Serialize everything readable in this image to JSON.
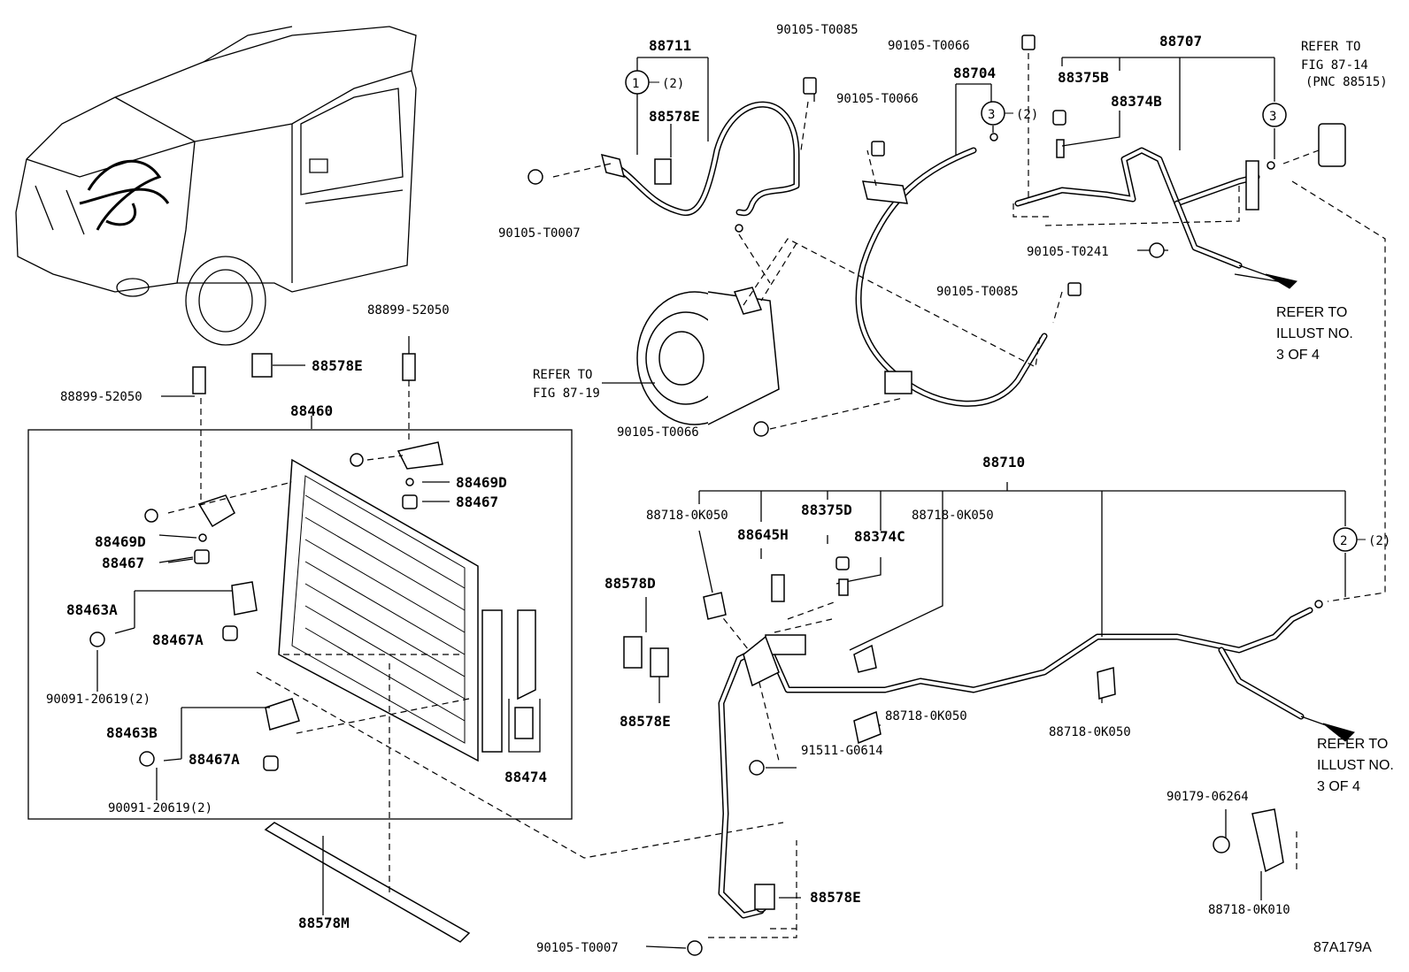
{
  "labels": {
    "p88711": "88711",
    "p90105_T0085_a": "90105-T0085",
    "p90105_T0066_top": "90105-T0066",
    "p88707": "88707",
    "refer_fig_87_14_l1": "REFER TO",
    "refer_fig_87_14_l2": "FIG 87-14",
    "refer_fig_87_14_l3": "(PNC 88515)",
    "p88704": "88704",
    "p90105_T0066_mid": "90105-T0066",
    "p88375B": "88375B",
    "p88374B": "88374B",
    "p88578E_top": "88578E",
    "p90105_T0007_top": "90105-T0007",
    "p90105_T0241": "90105-T0241",
    "p90105_T0085_b": "90105-T0085",
    "refer_illust_a_l1": "REFER TO",
    "refer_illust_a_l2": "ILLUST NO.",
    "refer_illust_a_l3": "3 OF 4",
    "refer_fig_87_19_l1": "REFER TO",
    "refer_fig_87_19_l2": "FIG 87-19",
    "p90105_T0066_low": "90105-T0066",
    "p88899_52050_right": "88899-52050",
    "p88578E_mid": "88578E",
    "p88899_52050_left": "88899-52050",
    "p88460": "88460",
    "p88469D_right": "88469D",
    "p88467_right": "88467",
    "p88469D_left": "88469D",
    "p88467_left": "88467",
    "p88463A": "88463A",
    "p88467A_top": "88467A",
    "p90091_20619_a": "90091-20619(2)",
    "p88463B": "88463B",
    "p88467A_bot": "88467A",
    "p90091_20619_b": "90091-20619(2)",
    "p88474": "88474",
    "p88578M": "88578M",
    "p88710": "88710",
    "p88718_0K050_a": "88718-0K050",
    "p88375D": "88375D",
    "p88718_0K050_b": "88718-0K050",
    "p88645H": "88645H",
    "p88374C": "88374C",
    "p88578D": "88578D",
    "p88578E_low": "88578E",
    "p88718_0K050_c": "88718-0K050",
    "p88718_0K050_d": "88718-0K050",
    "p91511_G0614": "91511-G0614",
    "refer_illust_b_l1": "REFER TO",
    "refer_illust_b_l2": "ILLUST NO.",
    "refer_illust_b_l3": "3 OF 4",
    "p90179_06264": "90179-06264",
    "p88718_0K010": "88718-0K010",
    "p88578E_bot": "88578E",
    "p90105_T0007_bot": "90105-T0007",
    "callout_1": "1",
    "callout_1_qty": "(2)",
    "callout_3a": "3",
    "callout_3a_qty": "(2)",
    "callout_3b": "3",
    "callout_2": "2",
    "callout_2_qty": "(2)",
    "figure_id": "87A179A"
  }
}
